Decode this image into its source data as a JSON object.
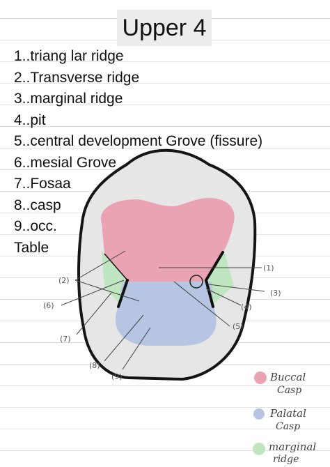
{
  "title": "Upper 4",
  "items": [
    "1..triang lar ridge",
    "2..Transverse ridge",
    "3..marginal ridge",
    "4..pit",
    "5..central development Grove (fissure)",
    "6..mesial Grove",
    "7..Fosaa",
    "8..casp",
    "9..occ.",
    "Table"
  ],
  "callouts": {
    "c1": "(1)",
    "c2": "(2)",
    "c3": "(3)",
    "c4": "(4)",
    "c5": "(5)",
    "c6": "(6)",
    "c7": "(7)",
    "c8": "(8)",
    "c9": "(9)"
  },
  "legend": {
    "buccal_1": "Buccal",
    "buccal_2": "Casp",
    "palatal_1": "Palatal",
    "palatal_2": "Casp",
    "marginal_1": "marginal",
    "marginal_2": "ridge"
  },
  "colors": {
    "buccal_cusp": "#eaa3b3",
    "palatal_cusp": "#b6c5e2",
    "marginal_ridge": "#bfe6c1",
    "tooth_outline": "#e6e6e6"
  }
}
